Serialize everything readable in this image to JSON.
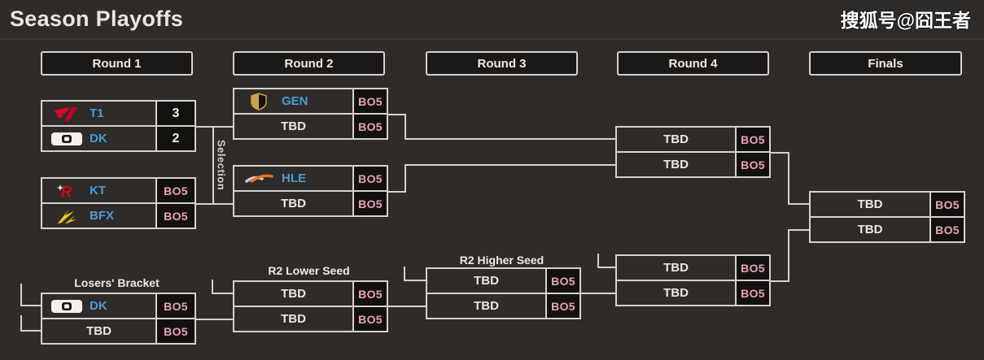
{
  "page": {
    "title": "Season Playoffs",
    "watermark": "搜狐号@囧王者"
  },
  "colors": {
    "background": "#2e2b29",
    "connector_line": "#d6d2cc",
    "team_name": "#4a9bd6",
    "bo5_badge": "#e8a4b3",
    "header_box": "#1b1918",
    "value_cell": "#131110"
  },
  "round_headers": [
    {
      "label": "Round 1"
    },
    {
      "label": "Round 2"
    },
    {
      "label": "Round 3"
    },
    {
      "label": "Round 4"
    },
    {
      "label": "Finals"
    }
  ],
  "bracket_labels": {
    "selection": "Selection",
    "losers_bracket": "Losers' Bracket",
    "r2_lower_seed": "R2 Lower Seed",
    "r2_higher_seed": "R2 Higher Seed"
  },
  "matches": {
    "r1_upper": {
      "rows": [
        {
          "team": "T1",
          "icon": "t1-logo",
          "value": "3"
        },
        {
          "team": "DK",
          "icon": "dk-logo",
          "value": "2"
        }
      ]
    },
    "r1_lower": {
      "rows": [
        {
          "team": "KT",
          "icon": "kt-logo",
          "value": "BO5"
        },
        {
          "team": "BFX",
          "icon": "bfx-logo",
          "value": "BO5"
        }
      ]
    },
    "r2_upper": {
      "rows": [
        {
          "team": "GEN",
          "icon": "gen-logo",
          "value": "BO5"
        },
        {
          "team": "TBD",
          "value": "BO5"
        }
      ]
    },
    "r2_lower": {
      "rows": [
        {
          "team": "HLE",
          "icon": "hle-logo",
          "value": "BO5"
        },
        {
          "team": "TBD",
          "value": "BO5"
        }
      ]
    },
    "r4_upper": {
      "rows": [
        {
          "team": "TBD",
          "value": "BO5"
        },
        {
          "team": "TBD",
          "value": "BO5"
        }
      ]
    },
    "r4_lower": {
      "rows": [
        {
          "team": "TBD",
          "value": "BO5"
        },
        {
          "team": "TBD",
          "value": "BO5"
        }
      ]
    },
    "finals": {
      "rows": [
        {
          "team": "TBD",
          "value": "BO5"
        },
        {
          "team": "TBD",
          "value": "BO5"
        }
      ]
    },
    "lb_round1": {
      "rows": [
        {
          "team": "DK",
          "icon": "dk-logo",
          "value": "BO5"
        },
        {
          "team": "TBD",
          "value": "BO5"
        }
      ]
    },
    "lb_round2": {
      "rows": [
        {
          "team": "TBD",
          "value": "BO5"
        },
        {
          "team": "TBD",
          "value": "BO5"
        }
      ]
    },
    "lb_round3": {
      "rows": [
        {
          "team": "TBD",
          "value": "BO5"
        },
        {
          "team": "TBD",
          "value": "BO5"
        }
      ]
    }
  }
}
